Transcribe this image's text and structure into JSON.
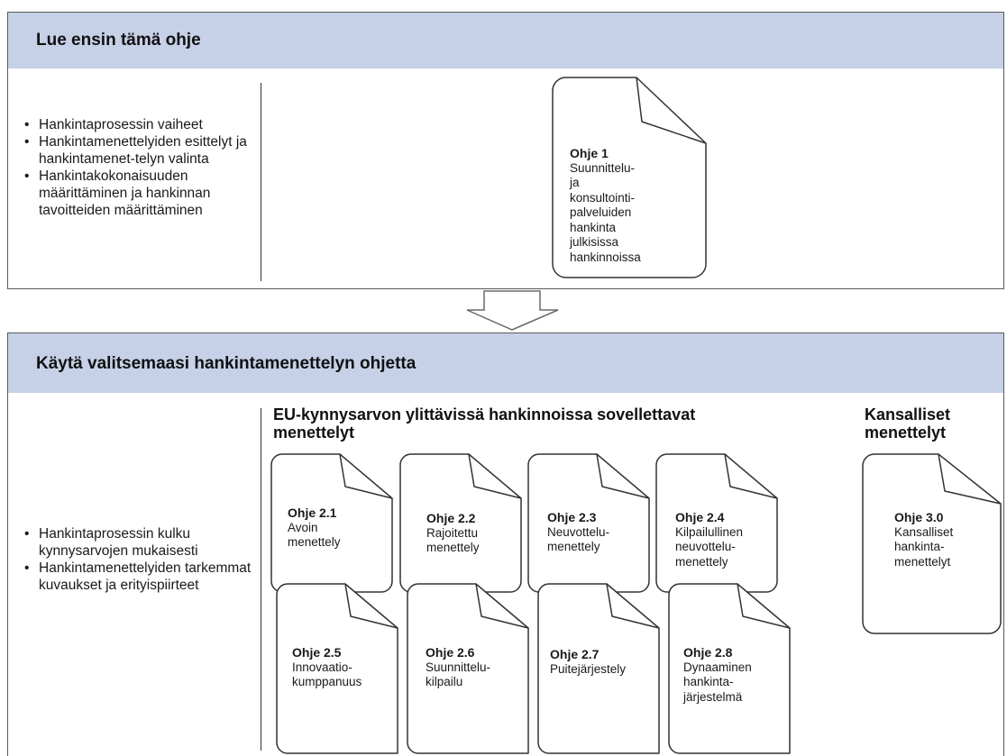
{
  "section1": {
    "title": "Lue ensin tämä ohje",
    "bullets": [
      "Hankintaprosessin vaiheet",
      "Hankintamenettelyiden esittelyt ja hankintamenet-telyn valinta",
      "Hankintakokonaisuuden määrittäminen ja hankinnan tavoitteiden määrittäminen"
    ],
    "doc": {
      "title": "Ohje 1",
      "desc": "Suunnittelu- ja\nkonsultointi-\npalveluiden\nhankinta julkisissa\nhankinnoissa"
    }
  },
  "section2": {
    "title": "Käytä valitsemaasi hankintamenettelyn ohjetta",
    "bullets": [
      "Hankintaprosessin kulku kynnysarvojen mukaisesti",
      "Hankintamenettelyiden tarkemmat kuvaukset ja erityispiirteet"
    ],
    "eu_heading": "EU-kynnysarvon ylittävissä hankinnoissa sovellettavat\nmenettelyt",
    "national_heading": "Kansalliset\nmenettelyt",
    "eu_docs": [
      {
        "title": "Ohje 2.1",
        "desc": "Avoin\nmenettely"
      },
      {
        "title": "Ohje 2.2",
        "desc": "Rajoitettu\nmenettely"
      },
      {
        "title": "Ohje 2.3",
        "desc": "Neuvottelu-\nmenettely"
      },
      {
        "title": "Ohje 2.4",
        "desc": "Kilpailullinen\nneuvottelu-\nmenettely"
      },
      {
        "title": "Ohje 2.5",
        "desc": "Innovaatio-\nkumppanuus"
      },
      {
        "title": "Ohje 2.6",
        "desc": "Suunnittelu-\nkilpailu"
      },
      {
        "title": "Ohje 2.7",
        "desc": "Puitejärjestely"
      },
      {
        "title": "Ohje 2.8",
        "desc": "Dynaaminen\nhankinta-\njärjestelmä"
      }
    ],
    "national_doc": {
      "title": "Ohje 3.0",
      "desc": "Kansalliset\nhankinta-\nmenettelyt"
    }
  }
}
